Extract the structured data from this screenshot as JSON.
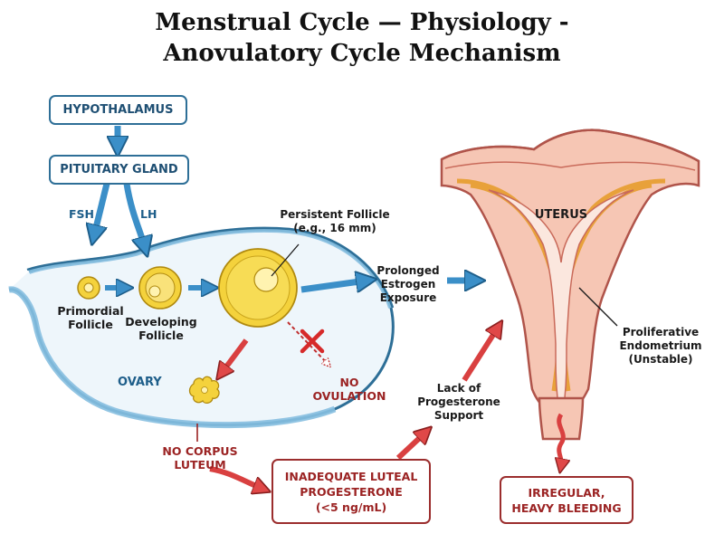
{
  "title": {
    "line1": "Menstrual Cycle — Physiology -",
    "line2": "Anovulatory Cycle Mechanism"
  },
  "boxes": {
    "hypothalamus": "HYPOTHALAMUS",
    "pituitary": "PITUITARY GLAND",
    "luteal": [
      "INADEQUATE LUTEAL",
      "PROGESTERONE",
      "(<5 ng/mL)"
    ],
    "bleeding": [
      "IRREGULAR,",
      "HEAVY BLEEDING"
    ]
  },
  "labels": {
    "fsh": "FSH",
    "lh": "LH",
    "primordial": [
      "Primordial",
      "Follicle"
    ],
    "developing": [
      "Developing",
      "Follicle"
    ],
    "persistent": [
      "Persistent Follicle",
      "(e.g., 16 mm)"
    ],
    "ovary": "OVARY",
    "no_ovulation": [
      "NO",
      "OVULATION"
    ],
    "no_corpus": [
      "NO CORPUS",
      "LUTEUM"
    ],
    "estrogen": [
      "Prolonged",
      "Estrogen",
      "Exposure"
    ],
    "lack": [
      "Lack of",
      "Progesterone",
      "Support"
    ],
    "uterus": "UTERUS",
    "endometrium": [
      "Proliferative",
      "Endometrium",
      "(Unstable)"
    ]
  },
  "colors": {
    "blue_arrow": "#3b8fc8",
    "blue_outline": "#2e6f97",
    "red_arrow": "#d94040",
    "red_text": "#9b2323",
    "follicle_fill": "#f4d23c",
    "uterus_fill": "#f6c6b4",
    "endometrium": "#e8a13a"
  }
}
